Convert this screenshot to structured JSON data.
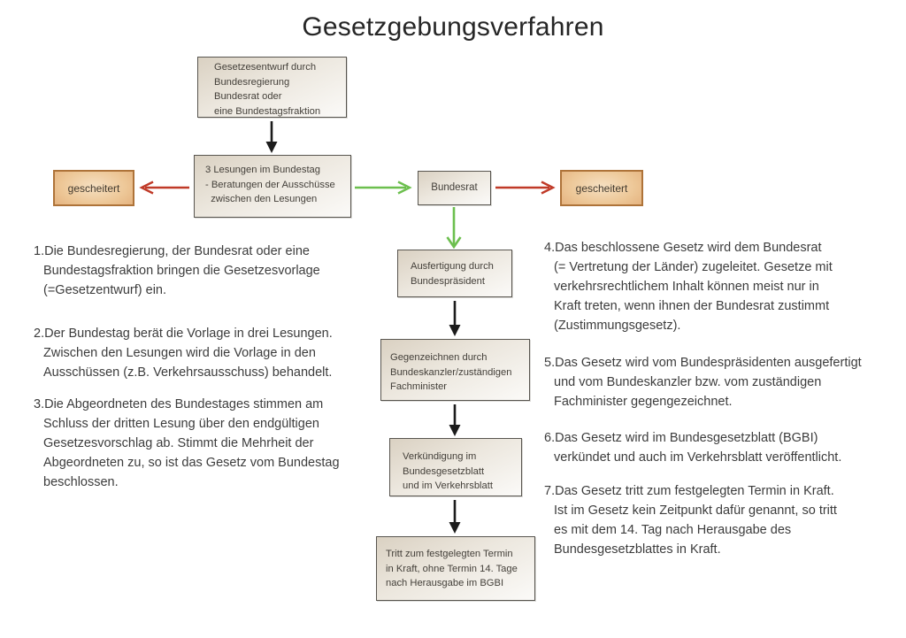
{
  "title": "Gesetzgebungsverfahren",
  "flowchart": {
    "draft_box": "Gesetzesentwurf durch\nBundesregierung\nBundesrat oder\neine Bundestagsfraktion",
    "readings_box": "3 Lesungen im Bundestag\n- Beratungen der Ausschüsse\n  zwischen den Lesungen",
    "failed_left": "gescheitert",
    "bundesrat_box": "Bundesrat",
    "failed_right": "gescheitert",
    "signing_box": "Ausfertigung durch\nBundespräsident",
    "countersign_box": "Gegenzeichnen durch\nBundeskanzler/zuständigen\nFachminister",
    "promulgation_box": "Verkündigung im\nBundesgesetzblatt\nund im Verkehrsblatt",
    "effective_box": "Tritt zum festgelegten Termin\nin Kraft, ohne Termin 14. Tage\nnach Herausgabe im BGBI"
  },
  "left_notes": [
    "1.Die Bundesregierung, der Bundesrat oder eine\nBundestagsfraktion bringen die Gesetzesvorlage\n(=Gesetzentwurf) ein.",
    "2.Der Bundestag berät die Vorlage in drei Lesungen.\nZwischen den Lesungen wird die Vorlage in den\nAusschüssen (z.B. Verkehrsausschuss) behandelt.",
    "3.Die Abgeordneten des Bundestages stimmen am\nSchluss der dritten Lesung über den endgültigen\nGesetzesvorschlag ab. Stimmt die Mehrheit der\nAbgeordneten zu, so ist das Gesetz vom Bundestag\nbeschlossen."
  ],
  "right_notes": [
    "4.Das beschlossene Gesetz wird dem Bundesrat\n(= Vertretung der Länder) zugeleitet. Gesetze mit\nverkehrsrechtlichem Inhalt können meist nur in\nKraft treten, wenn ihnen der Bundesrat zustimmt\n(Zustimmungsgesetz).",
    "5.Das Gesetz wird vom Bundespräsidenten ausgefertigt\nund vom Bundeskanzler bzw. vom zuständigen\nFachminister gegengezeichnet.",
    "6.Das Gesetz wird im Bundesgesetzblatt (BGBI)\nverkündet und auch im Verkehrsblatt veröffentlicht.",
    "7.Das Gesetz tritt zum festgelegten Termin in Kraft.\nIst im Gesetz kein Zeitpunkt dafür genannt, so tritt\nes mit dem 14. Tag nach Herausgabe des\nBundesgesetzblattes in Kraft."
  ],
  "colors": {
    "arrow_red": "#c03a28",
    "arrow_green": "#6cbf4e",
    "arrow_black": "#1c1c1c",
    "failed_fill": "#eabc8b",
    "failed_border": "#ae7339",
    "box_fill": "#dad1c2",
    "box_border": "#58554f"
  }
}
